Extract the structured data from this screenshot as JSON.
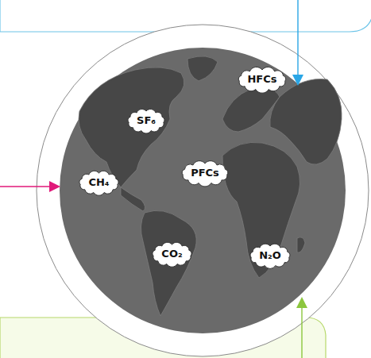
{
  "diagram": {
    "nodes": [
      {
        "text": [
          "SF₆"
        ]
      },
      {
        "text": [
          "HFCs"
        ]
      },
      {
        "text": [
          "CH₄"
        ]
      },
      {
        "text": [
          "PFCs"
        ]
      },
      {
        "text": [
          "CO₂"
        ]
      },
      {
        "text": [
          "N₂O"
        ]
      }
    ]
  }
}
